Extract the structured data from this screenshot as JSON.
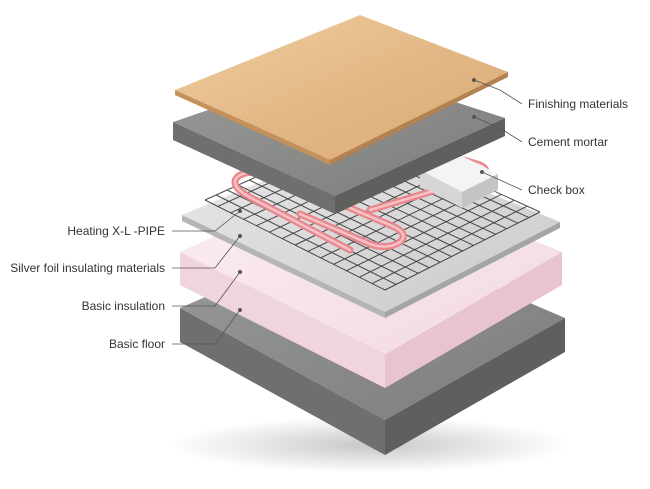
{
  "labels": {
    "finishing": "Finishing materials",
    "cement": "Cement mortar",
    "checkbox": "Check box",
    "heating": "Heating X-L -PIPE",
    "silver": "Silver foil insulating materials",
    "insulation": "Basic insulation",
    "floor": "Basic floor"
  },
  "colors": {
    "wood": "#e2b784",
    "concrete": "#8a8a88",
    "concrete_dark": "#6e6e6c",
    "pink": "#f7e3ea",
    "foil": "#d9d9d9",
    "pipe": "#ef9aa0",
    "grid": "#2a2a2a",
    "leader": "#555555"
  }
}
